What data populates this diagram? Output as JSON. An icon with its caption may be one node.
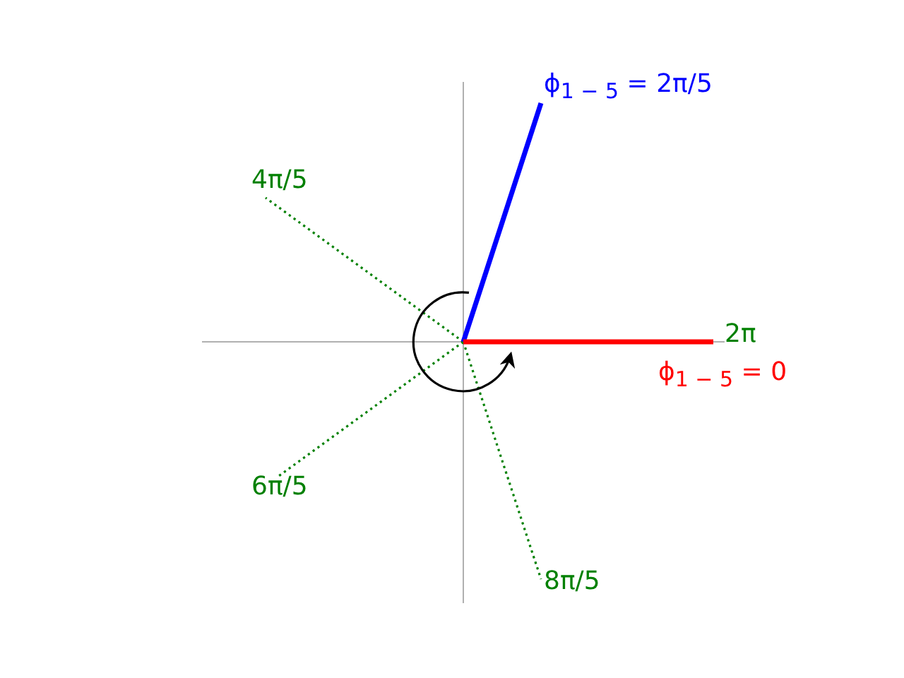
{
  "diagram": {
    "labels": [
      "ϕ$_{1 − 5}$ = 2π/5",
      "4π/5",
      "2π",
      "ϕ$_{1 − 5}$ = 0",
      "6π/5",
      "8π/5"
    ]
  }
}
